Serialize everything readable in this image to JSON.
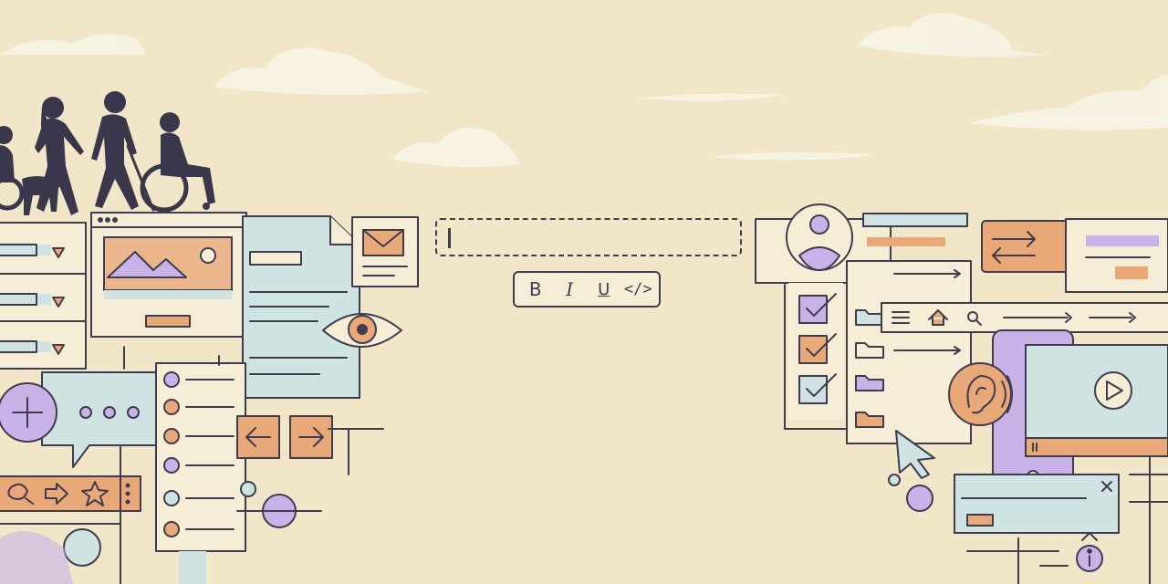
{
  "toolbar": {
    "bold_label": "B",
    "italic_label": "I",
    "underline_label": "U",
    "code_label": "</>"
  },
  "colors": {
    "background": "#f1e6c8",
    "ink": "#3f3c4f",
    "orange": "#e8a878",
    "purple": "#c9b2e8",
    "teal": "#cfe3e3",
    "paper": "#f5edd6"
  }
}
